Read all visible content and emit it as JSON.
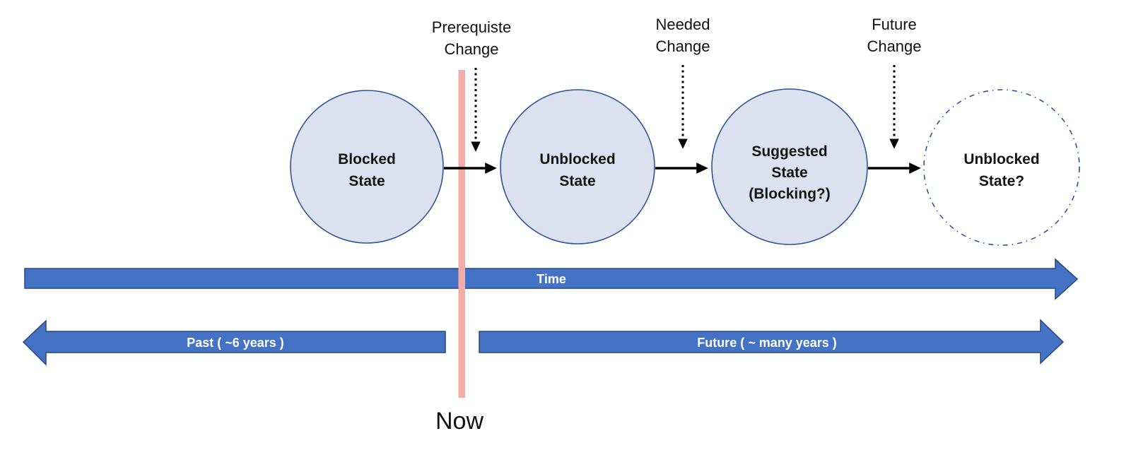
{
  "states": [
    {
      "lines": [
        "Blocked",
        "State"
      ],
      "style": "solid"
    },
    {
      "lines": [
        "Unblocked",
        "State"
      ],
      "style": "solid"
    },
    {
      "lines": [
        "Suggested",
        "State",
        "(Blocking?)"
      ],
      "style": "solid"
    },
    {
      "lines": [
        "Unblocked",
        "State?"
      ],
      "style": "dash-dot"
    }
  ],
  "change_labels": [
    {
      "line1": "Prerequiste",
      "line2": "Change"
    },
    {
      "line1": "Needed",
      "line2": "Change"
    },
    {
      "line1": "Future",
      "line2": "Change"
    }
  ],
  "timeline": {
    "time_label": "Time",
    "past_label": "Past ( ~6 years )",
    "future_label": "Future ( ~ many years )",
    "now_label": "Now"
  },
  "colors": {
    "circle_fill": "#dbe1ee",
    "circle_stroke": "#2f5496",
    "arrow_fill": "#4472c4",
    "arrow_stroke": "#29477f",
    "now_line": "#f5aca7",
    "text": "#111111",
    "arrow_text": "#ffffff"
  }
}
